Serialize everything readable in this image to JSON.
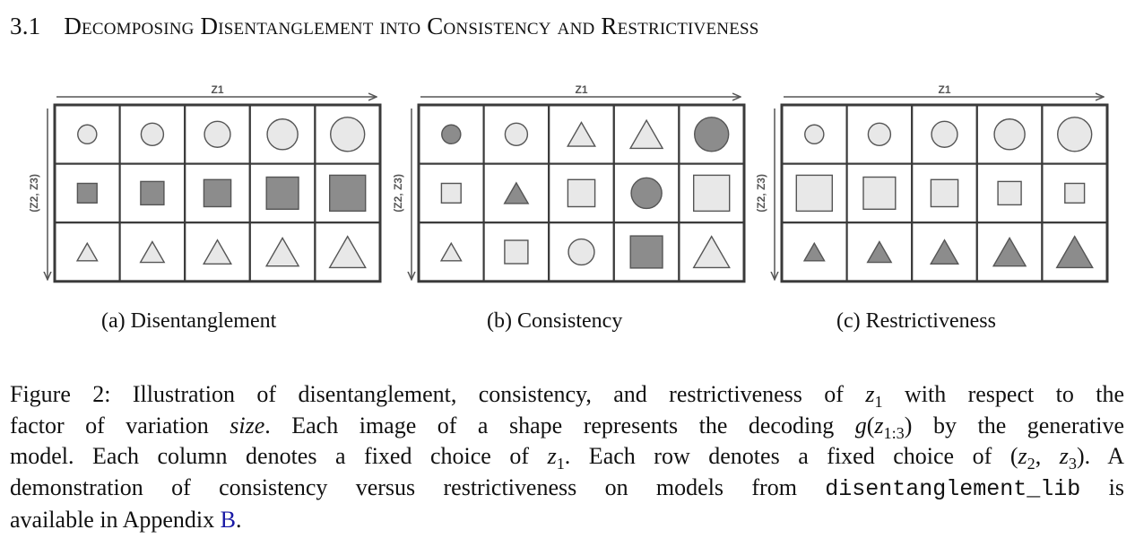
{
  "section": {
    "number": "3.1",
    "title": "Decomposing Disentanglement into Consistency and Restrictiveness"
  },
  "panels": [
    {
      "x_axis_label": "Z1",
      "y_axis_label": "(Z2, Z3)",
      "caption": "(a) Disentanglement",
      "rows": [
        [
          {
            "shape": "circle",
            "fill": "light",
            "size": 0.35
          },
          {
            "shape": "circle",
            "fill": "light",
            "size": 0.5
          },
          {
            "shape": "circle",
            "fill": "light",
            "size": 0.65
          },
          {
            "shape": "circle",
            "fill": "light",
            "size": 0.85
          },
          {
            "shape": "circle",
            "fill": "light",
            "size": 1.0
          }
        ],
        [
          {
            "shape": "square",
            "fill": "dark",
            "size": 0.35
          },
          {
            "shape": "square",
            "fill": "dark",
            "size": 0.5
          },
          {
            "shape": "square",
            "fill": "dark",
            "size": 0.65
          },
          {
            "shape": "square",
            "fill": "dark",
            "size": 0.85
          },
          {
            "shape": "square",
            "fill": "dark",
            "size": 1.0
          }
        ],
        [
          {
            "shape": "triangle",
            "fill": "light",
            "size": 0.35
          },
          {
            "shape": "triangle",
            "fill": "light",
            "size": 0.5
          },
          {
            "shape": "triangle",
            "fill": "light",
            "size": 0.65
          },
          {
            "shape": "triangle",
            "fill": "light",
            "size": 0.85
          },
          {
            "shape": "triangle",
            "fill": "light",
            "size": 1.0
          }
        ]
      ]
    },
    {
      "x_axis_label": "Z1",
      "y_axis_label": "(Z2, Z3)",
      "caption": "(b) Consistency",
      "rows": [
        [
          {
            "shape": "circle",
            "fill": "dark",
            "size": 0.35
          },
          {
            "shape": "circle",
            "fill": "light",
            "size": 0.5
          },
          {
            "shape": "triangle",
            "fill": "light",
            "size": 0.65
          },
          {
            "shape": "triangle",
            "fill": "light",
            "size": 0.85
          },
          {
            "shape": "circle",
            "fill": "dark",
            "size": 1.0
          }
        ],
        [
          {
            "shape": "square",
            "fill": "light",
            "size": 0.35
          },
          {
            "shape": "triangle",
            "fill": "dark",
            "size": 0.5
          },
          {
            "shape": "square",
            "fill": "light",
            "size": 0.65
          },
          {
            "shape": "circle",
            "fill": "dark",
            "size": 0.85
          },
          {
            "shape": "square",
            "fill": "light",
            "size": 1.0
          }
        ],
        [
          {
            "shape": "triangle",
            "fill": "light",
            "size": 0.35
          },
          {
            "shape": "square",
            "fill": "light",
            "size": 0.5
          },
          {
            "shape": "circle",
            "fill": "light",
            "size": 0.65
          },
          {
            "shape": "square",
            "fill": "dark",
            "size": 0.85
          },
          {
            "shape": "triangle",
            "fill": "light",
            "size": 1.0
          }
        ]
      ]
    },
    {
      "x_axis_label": "Z1",
      "y_axis_label": "(Z2, Z3)",
      "caption": "(c) Restrictiveness",
      "rows": [
        [
          {
            "shape": "circle",
            "fill": "light",
            "size": 0.35
          },
          {
            "shape": "circle",
            "fill": "light",
            "size": 0.5
          },
          {
            "shape": "circle",
            "fill": "light",
            "size": 0.65
          },
          {
            "shape": "circle",
            "fill": "light",
            "size": 0.85
          },
          {
            "shape": "circle",
            "fill": "light",
            "size": 1.0
          }
        ],
        [
          {
            "shape": "square",
            "fill": "light",
            "size": 1.0
          },
          {
            "shape": "square",
            "fill": "light",
            "size": 0.85
          },
          {
            "shape": "square",
            "fill": "light",
            "size": 0.65
          },
          {
            "shape": "square",
            "fill": "light",
            "size": 0.5
          },
          {
            "shape": "square",
            "fill": "light",
            "size": 0.35
          }
        ],
        [
          {
            "shape": "triangle",
            "fill": "dark",
            "size": 0.35
          },
          {
            "shape": "triangle",
            "fill": "dark",
            "size": 0.5
          },
          {
            "shape": "triangle",
            "fill": "dark",
            "size": 0.65
          },
          {
            "shape": "triangle",
            "fill": "dark",
            "size": 0.85
          },
          {
            "shape": "triangle",
            "fill": "dark",
            "size": 1.0
          }
        ]
      ]
    }
  ],
  "colors": {
    "light": "#e8e8e8",
    "dark": "#8c8c8c",
    "grid": "#3a3a3a",
    "axis": "#555555",
    "link": "#1a1aa6"
  },
  "caption": {
    "l1a": "Figure 2: Illustration of disentanglement, consistency, and restrictiveness of ",
    "l1b": " with respect to the",
    "l2a": "factor of variation ",
    "l2b": "size",
    "l2c": ". Each image of a shape represents the decoding ",
    "l2d": " by the generative",
    "l3a": "model. Each column denotes a fixed choice of ",
    "l3b": ". Each row denotes a fixed choice of ",
    "l3c": ". A",
    "l4a": "demonstration of consistency versus restrictiveness on models from ",
    "l4b": "disentanglement_lib",
    "l4c": " is",
    "l5a": "available in Appendix ",
    "l5b": "B",
    "l5c": ".",
    "z": "z",
    "sub1": "1",
    "g": "g",
    "sub13": "1:3",
    "sub2": "2",
    "sub3": "3",
    "open": "(",
    "close": ")",
    "comma": ", "
  }
}
